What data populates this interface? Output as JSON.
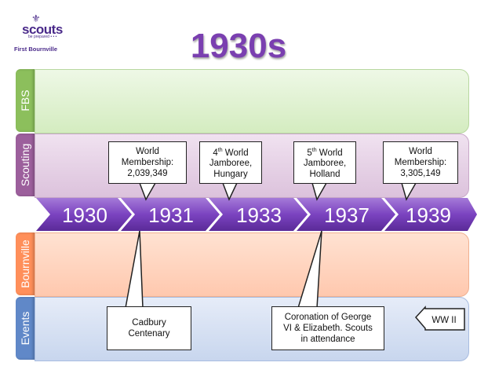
{
  "logo": {
    "brand": "scouts",
    "tagline": "be prepared • • •",
    "group": "First Bournville"
  },
  "title": "1930s",
  "bands": [
    {
      "label": "FBS",
      "tab_color": "#8cbf5c",
      "fill": "#e4f4d6"
    },
    {
      "label": "Scouting",
      "tab_color": "#9c5f9c",
      "fill": "#e8d4e8"
    },
    {
      "label": "Bournville",
      "tab_color": "#ff8f5a",
      "fill": "#ffd8c4"
    },
    {
      "label": "Events",
      "tab_color": "#6088c8",
      "fill": "#d8e2f2"
    }
  ],
  "timeline": {
    "years": [
      "1930",
      "1931",
      "1933",
      "1937",
      "1939"
    ],
    "color": "#7b43c0"
  },
  "scouting_callouts": [
    {
      "line1": "World",
      "line2": "Membership:",
      "line3": "2,039,349"
    },
    {
      "num": "4",
      "sup": "th",
      "rest": " World",
      "line2": "Jamboree,",
      "line3": "Hungary"
    },
    {
      "num": "5",
      "sup": "th",
      "rest": " World",
      "line2": "Jamboree,",
      "line3": "Holland"
    },
    {
      "line1": "World",
      "line2": "Membership:",
      "line3": "3,305,149"
    }
  ],
  "event_callouts": [
    {
      "line1": "Cadbury",
      "line2": "Centenary"
    },
    {
      "line1": "Coronation of George",
      "line2": "VI & Elizabeth. Scouts",
      "line3": "in attendance"
    }
  ],
  "ww2": {
    "label": "WW II"
  }
}
